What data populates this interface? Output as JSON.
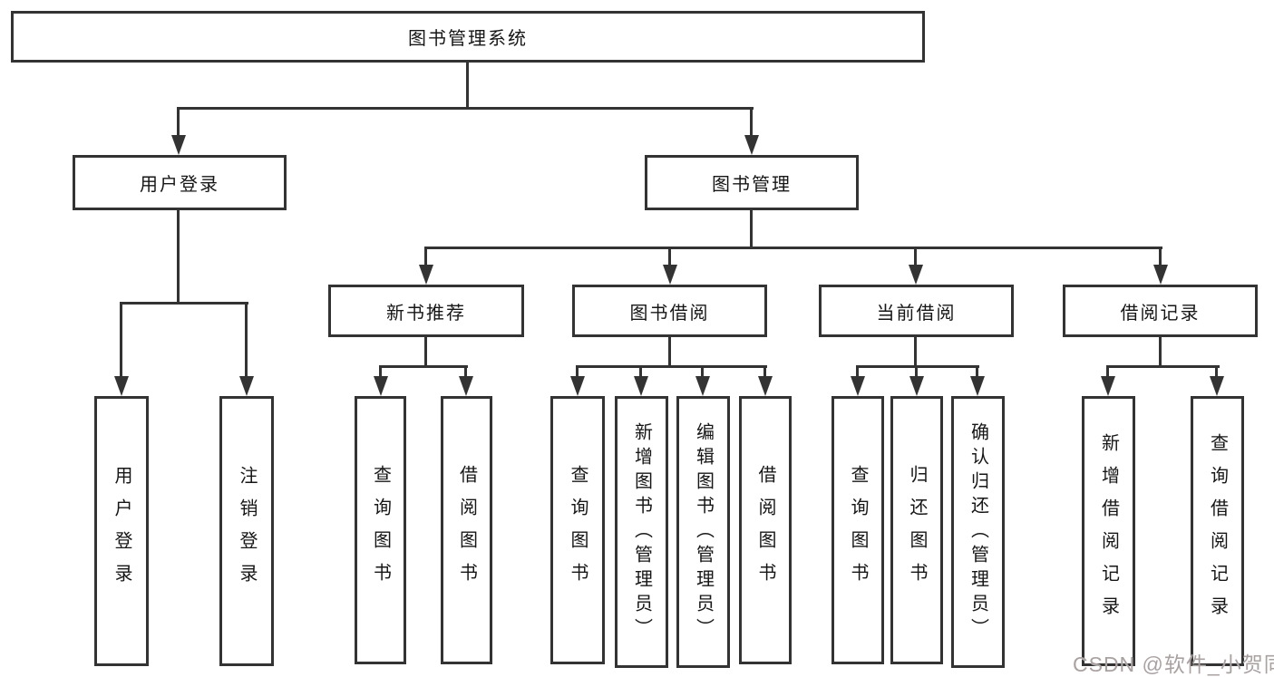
{
  "nodes": {
    "root": "图书管理系统",
    "user_login": {
      "label": "用户登录",
      "children": [
        "用户登录",
        "注销登录"
      ]
    },
    "book_mgmt": {
      "label": "图书管理"
    },
    "new_books": {
      "label": "新书推荐",
      "children": [
        "查询图书",
        "借阅图书"
      ]
    },
    "borrowing": {
      "label": "图书借阅",
      "children": [
        "查询图书",
        "新增图书（管理员）",
        "编辑图书（管理员）",
        "借阅图书"
      ]
    },
    "current": {
      "label": "当前借阅",
      "children": [
        "查询图书",
        "归还图书",
        "确认归还（管理员）"
      ]
    },
    "records": {
      "label": "借阅记录",
      "children": [
        "新增借阅记录",
        "查询借阅记录"
      ]
    }
  },
  "watermark": "CSDN @软件_小贺同学",
  "colors": {
    "line": "#333333",
    "border": "#333333",
    "text": "#161616",
    "watermark": "#aaa1a1",
    "background": "#ffffff"
  }
}
